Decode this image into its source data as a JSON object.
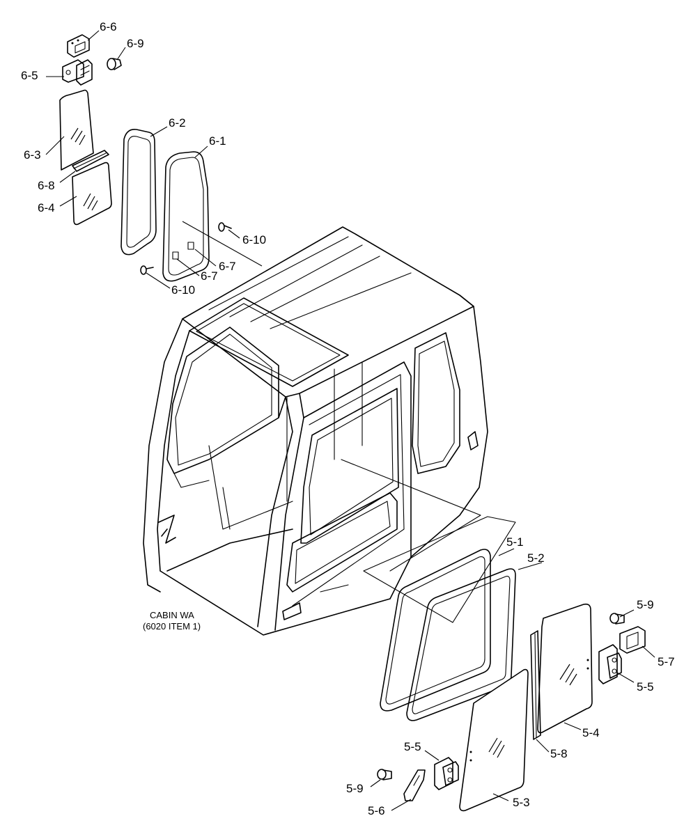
{
  "callouts": {
    "c6_6": "6-6",
    "c6_9": "6-9",
    "c6_5": "6-5",
    "c6_3": "6-3",
    "c6_2": "6-2",
    "c6_1": "6-1",
    "c6_8": "6-8",
    "c6_4": "6-4",
    "c6_10a": "6-10",
    "c6_7a": "6-7",
    "c6_7b": "6-7",
    "c6_10b": "6-10",
    "c5_1": "5-1",
    "c5_2": "5-2",
    "c5_9a": "5-9",
    "c5_7": "5-7",
    "c5_5a": "5-5",
    "c5_4": "5-4",
    "c5_8": "5-8",
    "c5_5b": "5-5",
    "c5_9b": "5-9",
    "c5_6": "5-6",
    "c5_3": "5-3"
  },
  "cabin_label": {
    "line1": "CABIN WA",
    "line2": "(6020 ITEM 1)"
  },
  "icons": [
    "cabin-assembly-drawing",
    "window-seal-icon",
    "glass-panel-icon",
    "hinge-bracket-icon",
    "bolt-icon"
  ]
}
